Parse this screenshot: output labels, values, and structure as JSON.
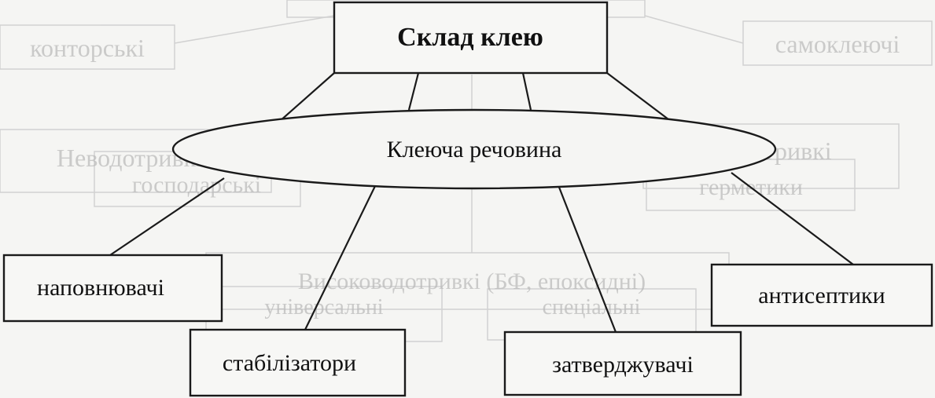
{
  "diagram": {
    "root": {
      "label": "Склад клею"
    },
    "center": {
      "label": "Клеюча речовина"
    },
    "components": [
      {
        "label": "наповнювачі"
      },
      {
        "label": "стабілізатори"
      },
      {
        "label": "затверджувачі"
      },
      {
        "label": "антисептики"
      }
    ],
    "background_ghost_text": [
      {
        "label": "конторські"
      },
      {
        "label": "самоклеючі"
      },
      {
        "label": "Неводотривкі"
      },
      {
        "label": "господарські"
      },
      {
        "label": "Водотривкі"
      },
      {
        "label": "герметики"
      },
      {
        "label": "Висоководотривкі (БФ, епоксидні)"
      },
      {
        "label": "універсальні"
      },
      {
        "label": "спеціальні"
      }
    ]
  },
  "colors": {
    "line": "#1a1a1a",
    "box_fill": "#f7f7f5",
    "ghost": "#bcbcbc"
  }
}
